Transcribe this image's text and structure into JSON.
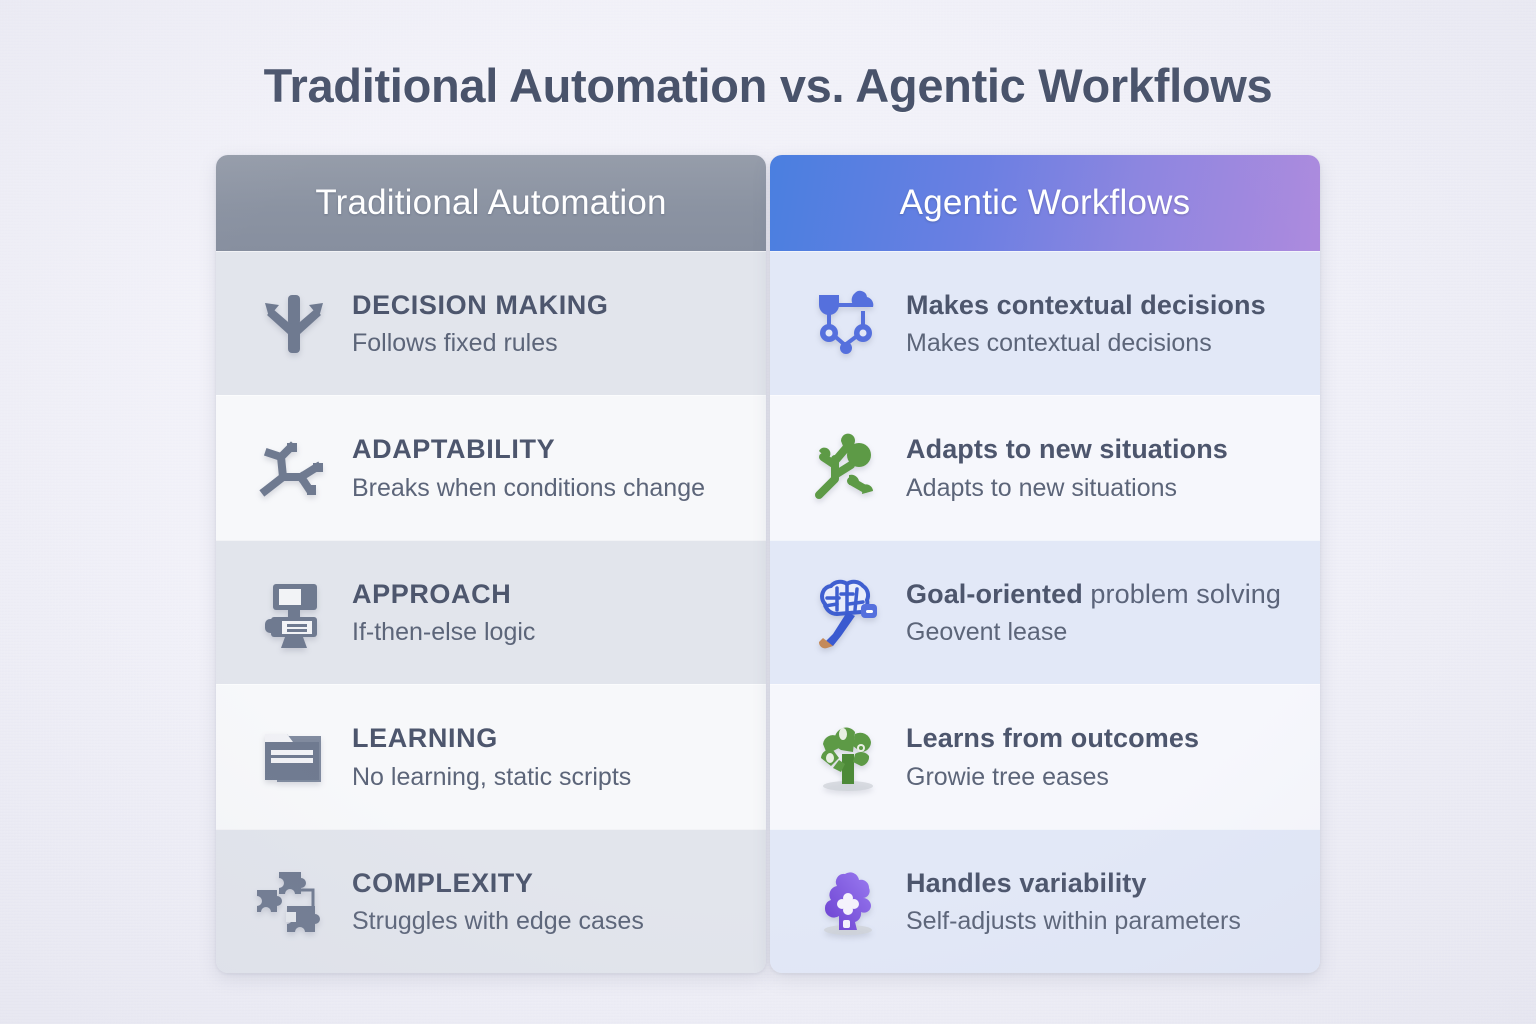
{
  "title": "Traditional Automation vs. Agentic Workflows",
  "colors": {
    "page_background": "#f0f0f8",
    "title_text": "#49536b",
    "left_header_bg": "#8b93a2",
    "right_header_gradient_start": "#4a7fe0",
    "right_header_gradient_end": "#ad8ade",
    "left_row_tint": "#e2e5ec",
    "left_row_light": "#f7f8fa",
    "right_row_tint": "#e2e8f7",
    "right_row_light": "#f6f7fc",
    "left_icon": "#6f7a90",
    "icon_blue": "#5570dd",
    "icon_green": "#5d9a46",
    "icon_purple": "#7b52d8"
  },
  "columns": [
    {
      "header": "Traditional Automation",
      "rows": [
        {
          "icon": "decision-fork-icon",
          "title": "DECISION MAKING",
          "subtitle": "Follows fixed rules"
        },
        {
          "icon": "broken-branch-icon",
          "title": "ADAPTABILITY",
          "subtitle": "Breaks when conditions change"
        },
        {
          "icon": "machine-terminal-icon",
          "title": "APPROACH",
          "subtitle": "If-then-else logic"
        },
        {
          "icon": "folder-archive-icon",
          "title": "LEARNING",
          "subtitle": "No learning, static scripts"
        },
        {
          "icon": "puzzle-pieces-icon",
          "title": "COMPLEXITY",
          "subtitle": "Struggles with edge cases"
        }
      ]
    },
    {
      "header": "Agentic Workflows",
      "rows": [
        {
          "icon": "node-graph-icon",
          "title_bold": "Makes contextual decisions",
          "title_regular": "",
          "subtitle": "Makes contextual decisions"
        },
        {
          "icon": "growing-branch-icon",
          "title_bold": "Adapts to new situations",
          "title_regular": "",
          "subtitle": "Adapts to new situations"
        },
        {
          "icon": "brain-icon",
          "title_bold": "Goal-oriented",
          "title_regular": " problem solving",
          "subtitle": "Geovent lease"
        },
        {
          "icon": "tree-icon",
          "title_bold": "Learns from outcomes",
          "title_regular": "",
          "subtitle": "Growie tree eases"
        },
        {
          "icon": "puzzle-blob-icon",
          "title_bold": "Handles variability",
          "title_regular": "",
          "subtitle": "Self-adjusts within parameters"
        }
      ]
    }
  ]
}
